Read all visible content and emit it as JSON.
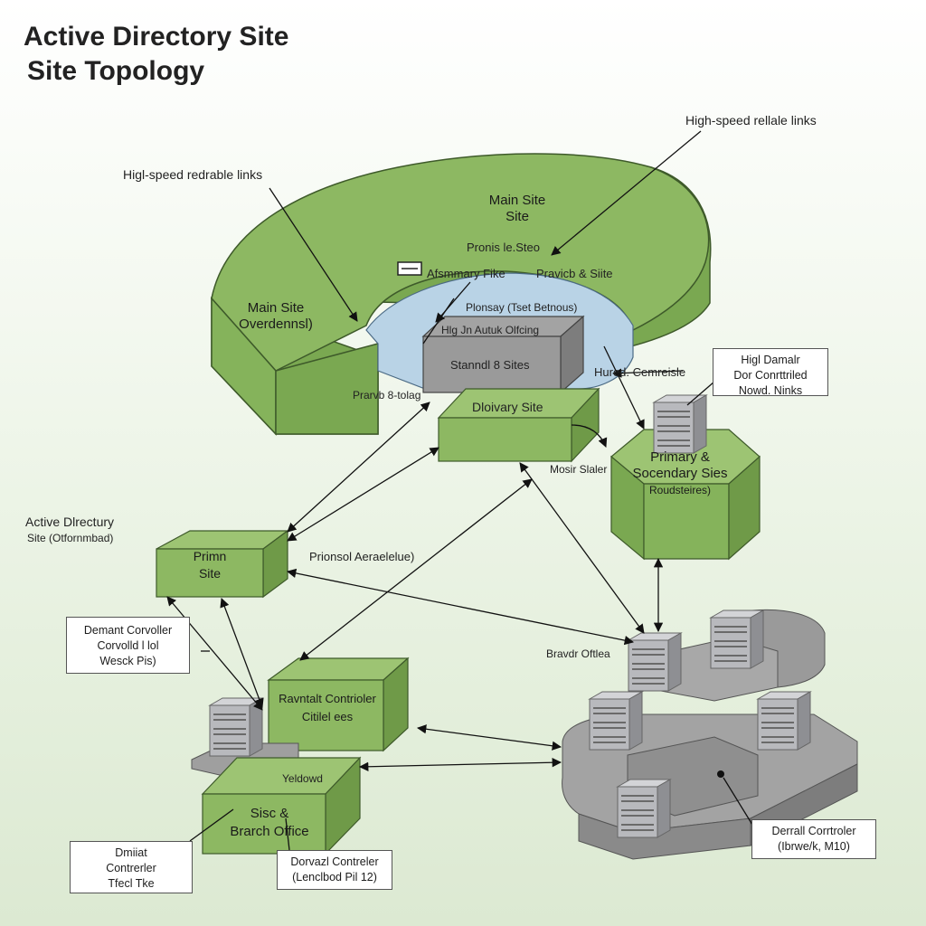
{
  "title": {
    "line1": "Active Directory Site",
    "line2": "Site Topology"
  },
  "labels": {
    "high_speed_left": "Higl-speed redrable links",
    "high_speed_right": "High-speed rellale links",
    "main_site_line1": "Main Site",
    "main_site_line2": "Site",
    "main_site_left_line1": "Main Site",
    "main_site_left_line2": "Overdennsl)",
    "pronis": "Pronis le.Steo",
    "summary_site": "Afsmmary Fike",
    "pravicb": "Pravicb & Siite",
    "plonsay": "Plonsay (Tset Betnous)",
    "hlg_autuk": "Hlg Jn Autuk Olfcing",
    "stannd": "Stanndl 8 Sites",
    "hured": "Hured. Cemreisle",
    "prarvb": "Prarvb 8-tolag",
    "dioivary": "Dloivary Site",
    "mosir": "Mosir Slaler",
    "primary_line1": "Primary &",
    "primary_line2": "Socendary Sies",
    "primary_line3": "Roudsteires)",
    "ad_line1": "Active Dlrectury",
    "ad_line2": "Site (Otfornmbad)",
    "primn_line1": "Primn",
    "primn_line2": "Site",
    "prionsol": "Prionsol Aeraelelue)",
    "branch_office": "Bravdr Oftlea",
    "ravntalt_line1": "Ravntalt Contrioler",
    "ravntalt_line2": "Citilel ees",
    "yeldowd": "Yeldowd",
    "sisc_line1": "Sisc &",
    "sisc_line2": "Brarch Office"
  },
  "callouts": {
    "top_right": [
      "Higl Damalr",
      "Dor Conrttriled",
      "Nowd. Ninks"
    ],
    "left": [
      "Demant Corvoller",
      "Corvolld l lol",
      "Wesck Pis)"
    ],
    "bottom_left": [
      "Dmiiat",
      "Contrerler",
      "Tfecl Tke"
    ],
    "bottom_mid": [
      "Dorvazl Contreler",
      "(Lenclbod Pil 12)"
    ],
    "bottom_right": [
      "Derrall Corrtroler",
      "(Ibrwe/k, M10)"
    ]
  },
  "colors": {
    "green_top": "#8db862",
    "green_side": "#7aa851",
    "green_front": "#85b35b",
    "gray_top": "#9a9a9a",
    "gray_side": "#7d7d7d",
    "blue_pool": "#b9d3e6",
    "server": "#b8b9bd"
  }
}
